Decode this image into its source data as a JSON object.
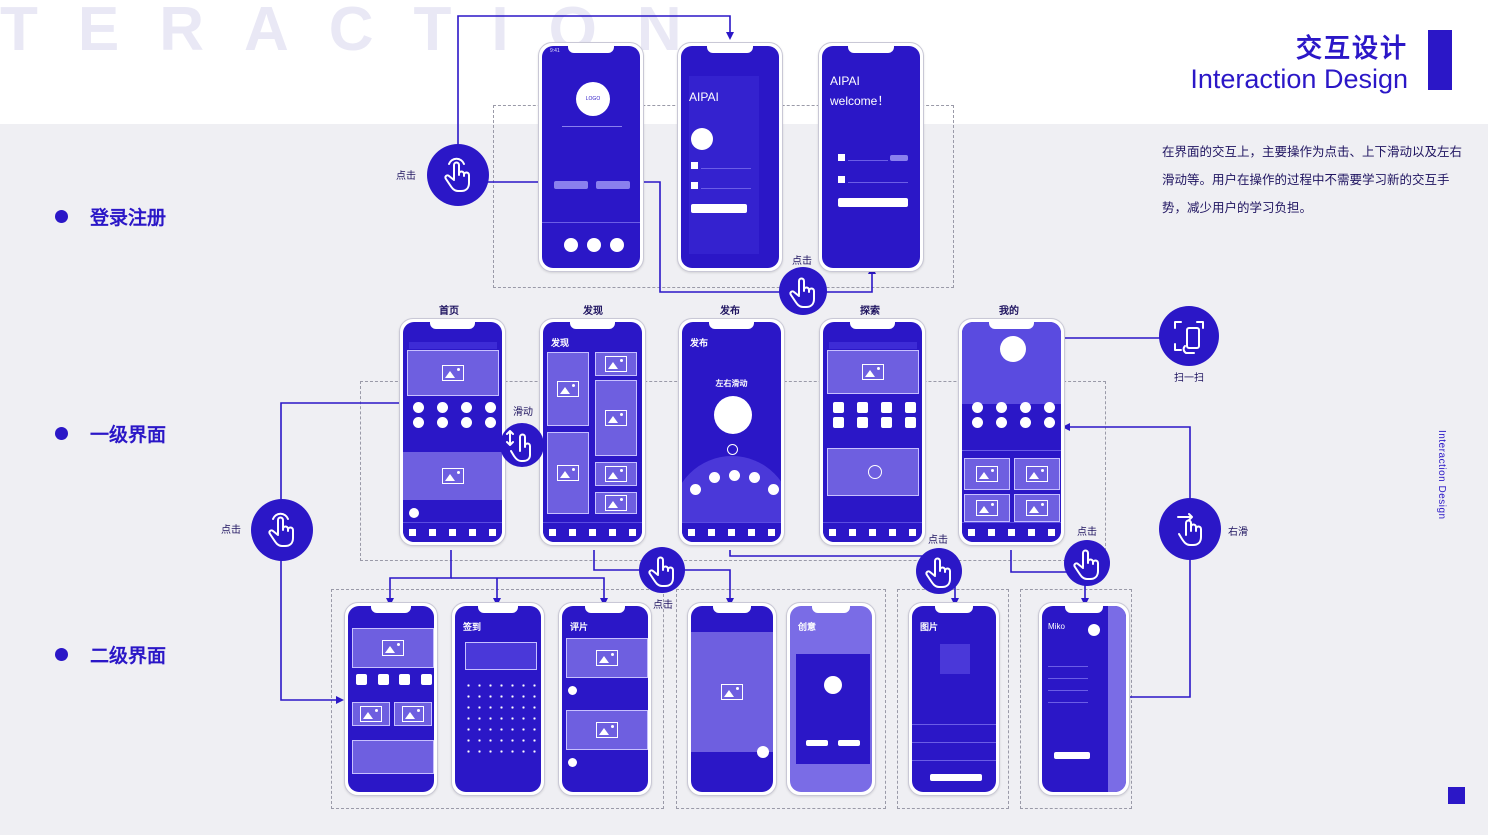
{
  "header": {
    "watermark": "TERACTION",
    "title_cn": "交互设计",
    "title_en": "Interaction Design",
    "side_text": "Interaction Design"
  },
  "description": "在界面的交互上，主要操作为点击、上下滑动以及左右滑动等。用户在操作的过程中不需要学习新的交互手势，减少用户的学习负担。",
  "sections": [
    {
      "label": "登录注册"
    },
    {
      "label": "一级界面"
    },
    {
      "label": "二级界面"
    }
  ],
  "tabs": [
    "首页",
    "发现",
    "发布",
    "探索",
    "我的"
  ],
  "gestures": {
    "click": "点击",
    "swipe": "滑动",
    "scan": "扫一扫",
    "right_swipe": "右滑",
    "left_right_swipe": "左右滑动"
  },
  "login_screens": {
    "logo": "LOGO",
    "brand": "AIPAI",
    "welcome": "welcome！"
  },
  "secondary_titles": {
    "signin": "签到",
    "review": "评片",
    "idea": "创意",
    "picture": "图片",
    "profile_name": "Miko"
  },
  "first_level_titles": {
    "discover": "发现",
    "publish": "发布"
  },
  "colors": {
    "accent": "#2b17c7",
    "background": "#efeff3",
    "phone_block": "#6e5fe0"
  }
}
